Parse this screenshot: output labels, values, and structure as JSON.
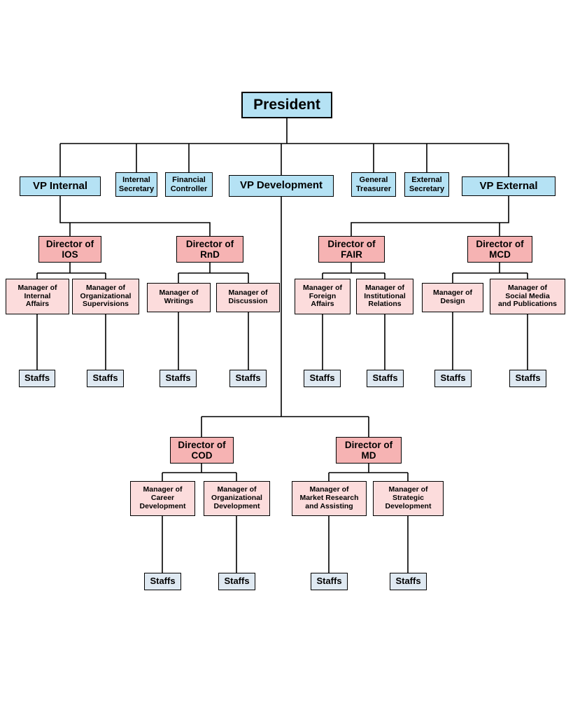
{
  "diagram": {
    "type": "org-chart",
    "nodes": {
      "president": "President",
      "vp_internal": "VP Internal",
      "internal_secretary": "Internal\nSecretary",
      "financial_controller": "Financial\nController",
      "vp_development": "VP Development",
      "general_treasurer": "General\nTreasurer",
      "external_secretary": "External\nSecretary",
      "vp_external": "VP External",
      "director_ios": "Director of\nIOS",
      "director_rnd": "Director of\nRnD",
      "director_fair": "Director of\nFAIR",
      "director_mcd": "Director of\nMCD",
      "director_cod": "Director of\nCOD",
      "director_md": "Director of\nMD",
      "manager_internal_affairs": "Manager of\nInternal\nAffairs",
      "manager_org_supervisions": "Manager of\nOrganizational\nSupervisions",
      "manager_writings": "Manager of\nWritings",
      "manager_discussion": "Manager of\nDiscussion",
      "manager_foreign_affairs": "Manager of\nForeign\nAffairs",
      "manager_institutional_relations": "Manager of\nInstitutional\nRelations",
      "manager_design": "Manager of\nDesign",
      "manager_social_media": "Manager of\nSocial Media\nand Publications",
      "manager_career_dev": "Manager of\nCareer\nDevelopment",
      "manager_org_dev": "Manager of\nOrganizational\nDevelopment",
      "manager_market_research": "Manager of\nMarket Research\nand Assisting",
      "manager_strategic_dev": "Manager of\nStrategic\nDevelopment",
      "staffs": "Staffs"
    },
    "hierarchy": [
      {
        "parent": "President",
        "children": [
          "VP Internal",
          "Internal Secretary",
          "Financial Controller",
          "VP Development",
          "General Treasurer",
          "External Secretary",
          "VP External"
        ]
      },
      {
        "parent": "VP Internal",
        "children": [
          "Director of IOS",
          "Director of RnD"
        ]
      },
      {
        "parent": "VP Development",
        "children": [
          "Director of COD",
          "Director of MD"
        ]
      },
      {
        "parent": "VP External",
        "children": [
          "Director of FAIR",
          "Director of MCD"
        ]
      },
      {
        "parent": "Director of IOS",
        "children": [
          "Manager of Internal Affairs",
          "Manager of Organizational Supervisions"
        ]
      },
      {
        "parent": "Director of RnD",
        "children": [
          "Manager of Writings",
          "Manager of Discussion"
        ]
      },
      {
        "parent": "Director of FAIR",
        "children": [
          "Manager of Foreign Affairs",
          "Manager of Institutional Relations"
        ]
      },
      {
        "parent": "Director of MCD",
        "children": [
          "Manager of Design",
          "Manager of Social Media and Publications"
        ]
      },
      {
        "parent": "Director of COD",
        "children": [
          "Manager of Career Development",
          "Manager of Organizational Development"
        ]
      },
      {
        "parent": "Director of MD",
        "children": [
          "Manager of Market Research and Assisting",
          "Manager of Strategic Development"
        ]
      },
      {
        "parent": "Manager of Internal Affairs",
        "children": [
          "Staffs"
        ]
      },
      {
        "parent": "Manager of Organizational Supervisions",
        "children": [
          "Staffs"
        ]
      },
      {
        "parent": "Manager of Writings",
        "children": [
          "Staffs"
        ]
      },
      {
        "parent": "Manager of Discussion",
        "children": [
          "Staffs"
        ]
      },
      {
        "parent": "Manager of Foreign Affairs",
        "children": [
          "Staffs"
        ]
      },
      {
        "parent": "Manager of Institutional Relations",
        "children": [
          "Staffs"
        ]
      },
      {
        "parent": "Manager of Design",
        "children": [
          "Staffs"
        ]
      },
      {
        "parent": "Manager of Social Media and Publications",
        "children": [
          "Staffs"
        ]
      },
      {
        "parent": "Manager of Career Development",
        "children": [
          "Staffs"
        ]
      },
      {
        "parent": "Manager of Organizational Development",
        "children": [
          "Staffs"
        ]
      },
      {
        "parent": "Manager of Market Research and Assisting",
        "children": [
          "Staffs"
        ]
      },
      {
        "parent": "Manager of Strategic Development",
        "children": [
          "Staffs"
        ]
      }
    ],
    "colors": {
      "executive_fill": "#b5e2f4",
      "director_fill": "#f6b3b3",
      "manager_fill": "#fcdcdc",
      "staff_fill": "#dfe9f2",
      "border": "#000000",
      "connector": "#000000",
      "background": "#ffffff"
    }
  }
}
